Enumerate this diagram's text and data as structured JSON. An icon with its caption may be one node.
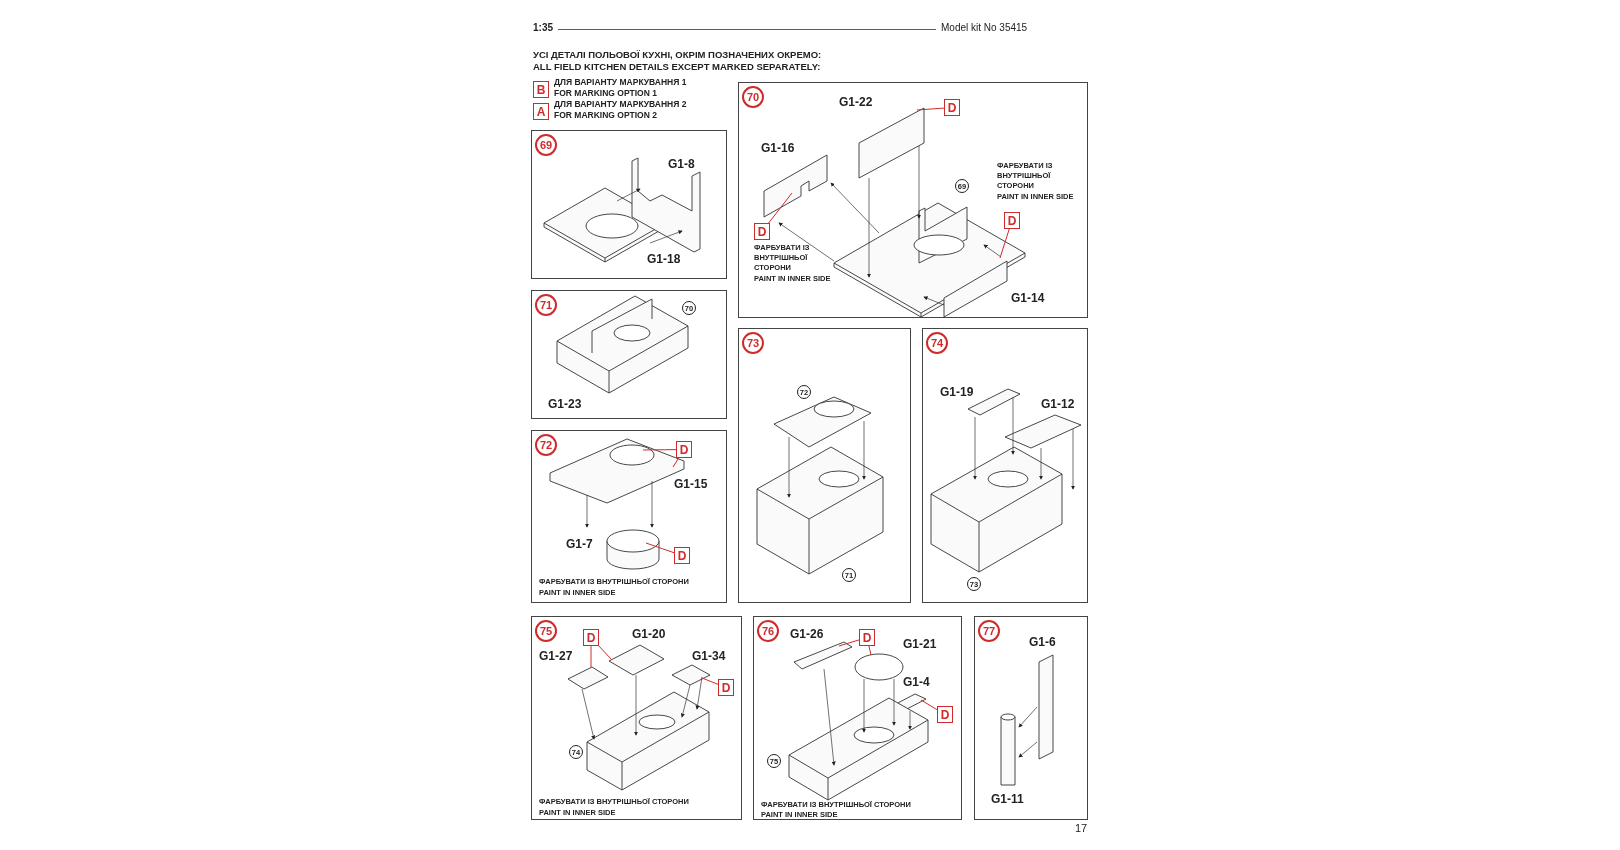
{
  "diagram": {
    "nodes": [
      {
        "text": [
          "B"
        ],
        "beside": [
          "ДЛЯ ВАРІАНТУ МАРКУВАННЯ 1",
          "FOR MARKING OPTION 1"
        ]
      },
      {
        "text": [
          "A"
        ],
        "beside": [
          "ДЛЯ ВАРІАНТУ МАРКУВАННЯ 2",
          "FOR MARKING OPTION 2"
        ]
      },
      {
        "text": [
          "G1-8",
          "G1-18"
        ]
      },
      {
        "text": [
          "69"
        ],
        "in": 2
      },
      {
        "text": [
          "G1-22",
          "G1-16",
          "ФАРБУВАТИ ІЗ ВНУТРІШНЬОЇ СТОРОНИ",
          "PAINT IN INNER SIDE",
          "ФАРБУВАТИ ІЗ ВНУТРІШНЬОЇ СТОРОНИ",
          "PAINT IN INNER SIDE",
          "G1-14"
        ]
      },
      {
        "text": [
          "70"
        ],
        "in": 4
      },
      {
        "text": [
          "D"
        ],
        "in": 4
      },
      {
        "text": [
          "D"
        ],
        "in": 4
      },
      {
        "text": [
          "D"
        ],
        "in": 4
      },
      {
        "text": [
          "69"
        ],
        "in": 4
      },
      {
        "text": [
          "G1-23"
        ]
      },
      {
        "text": [
          "71"
        ],
        "in": 10
      },
      {
        "text": [
          "70"
        ],
        "in": 10
      },
      {
        "text": [
          "G1-15",
          "G1-7",
          "ФАРБУВАТИ ІЗ ВНУТРІШНЬОЇ СТОРОНИ",
          "PAINT IN INNER SIDE"
        ]
      },
      {
        "text": [
          "72"
        ],
        "in": 13
      },
      {
        "text": [
          "D"
        ],
        "in": 13
      },
      {
        "text": [
          "D"
        ],
        "in": 13
      },
      {
        "text": [],
        "shape": "box"
      },
      {
        "text": [
          "73"
        ],
        "in": 17
      },
      {
        "text": [
          "72"
        ],
        "in": 17
      },
      {
        "text": [
          "71"
        ],
        "in": 17
      },
      {
        "text": [
          "G1-19",
          "G1-12"
        ]
      },
      {
        "text": [
          "74"
        ],
        "in": 21
      },
      {
        "text": [
          "73"
        ],
        "in": 21
      },
      {
        "text": [
          "G1-20",
          "G1-27",
          "G1-34",
          "ФАРБУВАТИ ІЗ ВНУТРІШНЬОЇ СТОРОНИ",
          "PAINT IN INNER SIDE"
        ]
      },
      {
        "text": [
          "75"
        ],
        "in": 24
      },
      {
        "text": [
          "D"
        ],
        "in": 24
      },
      {
        "text": [
          "D"
        ],
        "in": 24
      },
      {
        "text": [
          "74"
        ],
        "in": 24
      },
      {
        "text": [
          "G1-26",
          "G1-21",
          "G1-4",
          "ФАРБУВАТИ ІЗ ВНУТРІШНЬОЇ СТОРОНИ",
          "PAINT IN INNER SIDE"
        ]
      },
      {
        "text": [
          "76"
        ],
        "in": 29
      },
      {
        "text": [
          "D"
        ],
        "in": 29
      },
      {
        "text": [
          "D"
        ],
        "in": 29
      },
      {
        "text": [
          "75"
        ],
        "in": 29
      },
      {
        "text": [
          "G1-6",
          "G1-11"
        ]
      },
      {
        "text": [
          "77"
        ],
        "in": 34
      }
    ],
    "edges": [
      {
        "from": 6,
        "to": null,
        "arrow": "none"
      },
      {
        "from": 7,
        "to": null,
        "arrow": "none"
      },
      {
        "from": 8,
        "to": null,
        "arrow": "none"
      },
      {
        "from": 15,
        "to": null,
        "arrow": "none"
      },
      {
        "from": 15,
        "to": null,
        "arrow": "none"
      },
      {
        "from": 16,
        "to": null,
        "arrow": "none"
      },
      {
        "from": 26,
        "to": null,
        "arrow": "none"
      },
      {
        "from": 26,
        "to": null,
        "arrow": "none"
      },
      {
        "from": 27,
        "to": null,
        "arrow": "none"
      },
      {
        "from": 31,
        "to": null,
        "arrow": "none"
      },
      {
        "from": 31,
        "to": null,
        "arrow": "none"
      },
      {
        "from": 32,
        "to": null,
        "arrow": "none"
      }
    ],
    "labels": [
      "1:35",
      "Model kit No 35415",
      "УСІ ДЕТАЛІ ПОЛЬОВОЇ КУХНІ, ОКРІМ ПОЗНАЧЕНИХ ОКРЕМО:",
      "ALL FIELD KITCHEN DETAILS EXCEPT MARKED SEPARATELY:",
      "17"
    ]
  }
}
